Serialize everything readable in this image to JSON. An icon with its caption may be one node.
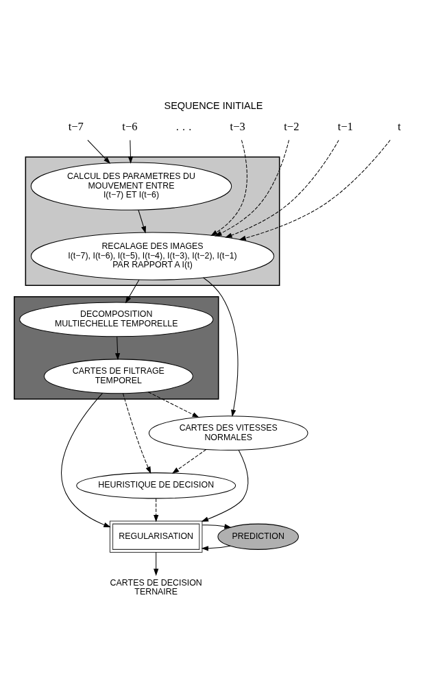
{
  "diagram": {
    "title": "SEQUENCE INITIALE",
    "nodes": [
      {
        "text": [
          "t−7"
        ]
      },
      {
        "text": [
          "t−6"
        ]
      },
      {
        "text": [
          "t−3"
        ]
      },
      {
        "text": [
          "t−2"
        ]
      },
      {
        "text": [
          "t−1"
        ]
      },
      {
        "text": [
          "t"
        ]
      },
      {
        "text": [],
        "shape": "box"
      },
      {
        "text": [
          "CALCUL DES PARAMETRES DU MOUVEMENT ENTRE",
          "I(t−7) ET I(t−6)"
        ],
        "in": 6
      },
      {
        "text": [
          "RECALAGE DES IMAGES",
          "I(t−7), I(t−6), I(t−5), I(t−4), I(t−3), I(t−2), I(t−1)",
          "PAR RAPPORT A I(t)"
        ],
        "in": 6
      },
      {
        "text": [],
        "shape": "box"
      },
      {
        "text": [
          "DECOMPOSITION MULTIECHELLE TEMPORELLE"
        ],
        "in": 9
      },
      {
        "text": [
          "CARTES DE FILTRAGE TEMPOREL"
        ],
        "in": 9
      },
      {
        "text": [
          "CARTES DES VITESSES NORMALES"
        ]
      },
      {
        "text": [
          "HEURISTIQUE DE DECISION"
        ]
      },
      {
        "text": [
          "REGULARISATION"
        ]
      },
      {
        "text": [
          "PREDICTION"
        ]
      },
      {
        "text": [
          "CARTES DE DECISION TERNAIRE"
        ]
      }
    ],
    "edges": [
      {
        "from": 0,
        "to": 7,
        "arrow": "to"
      },
      {
        "from": 1,
        "to": 7,
        "arrow": "to"
      },
      {
        "from": 2,
        "to": 8,
        "arrow": "to",
        "style": "dashed"
      },
      {
        "from": 3,
        "to": 8,
        "arrow": "to",
        "style": "dashed"
      },
      {
        "from": 4,
        "to": 8,
        "arrow": "to",
        "style": "dashed"
      },
      {
        "from": 5,
        "to": 8,
        "arrow": "to",
        "style": "dashed"
      },
      {
        "from": 7,
        "to": 8,
        "arrow": "to"
      },
      {
        "from": 8,
        "to": 10,
        "arrow": "to"
      },
      {
        "from": 8,
        "to": 12,
        "arrow": "to"
      },
      {
        "from": 10,
        "to": 11,
        "arrow": "to"
      },
      {
        "from": 11,
        "to": 12,
        "arrow": "to",
        "style": "dashed"
      },
      {
        "from": 11,
        "to": 13,
        "arrow": "to",
        "style": "dashed"
      },
      {
        "from": 12,
        "to": 13,
        "arrow": "to",
        "style": "dashed"
      },
      {
        "from": 11,
        "to": 14,
        "arrow": "to"
      },
      {
        "from": 13,
        "to": 14,
        "arrow": "to",
        "style": "dashed"
      },
      {
        "from": 12,
        "to": 14,
        "arrow": "to"
      },
      {
        "from": 15,
        "to": 14,
        "arrow": "to"
      },
      {
        "from": 14,
        "to": 16,
        "arrow": "to"
      },
      {
        "from": 14,
        "to": 15,
        "arrow": "to"
      }
    ],
    "labels": [
      ". . ."
    ]
  }
}
